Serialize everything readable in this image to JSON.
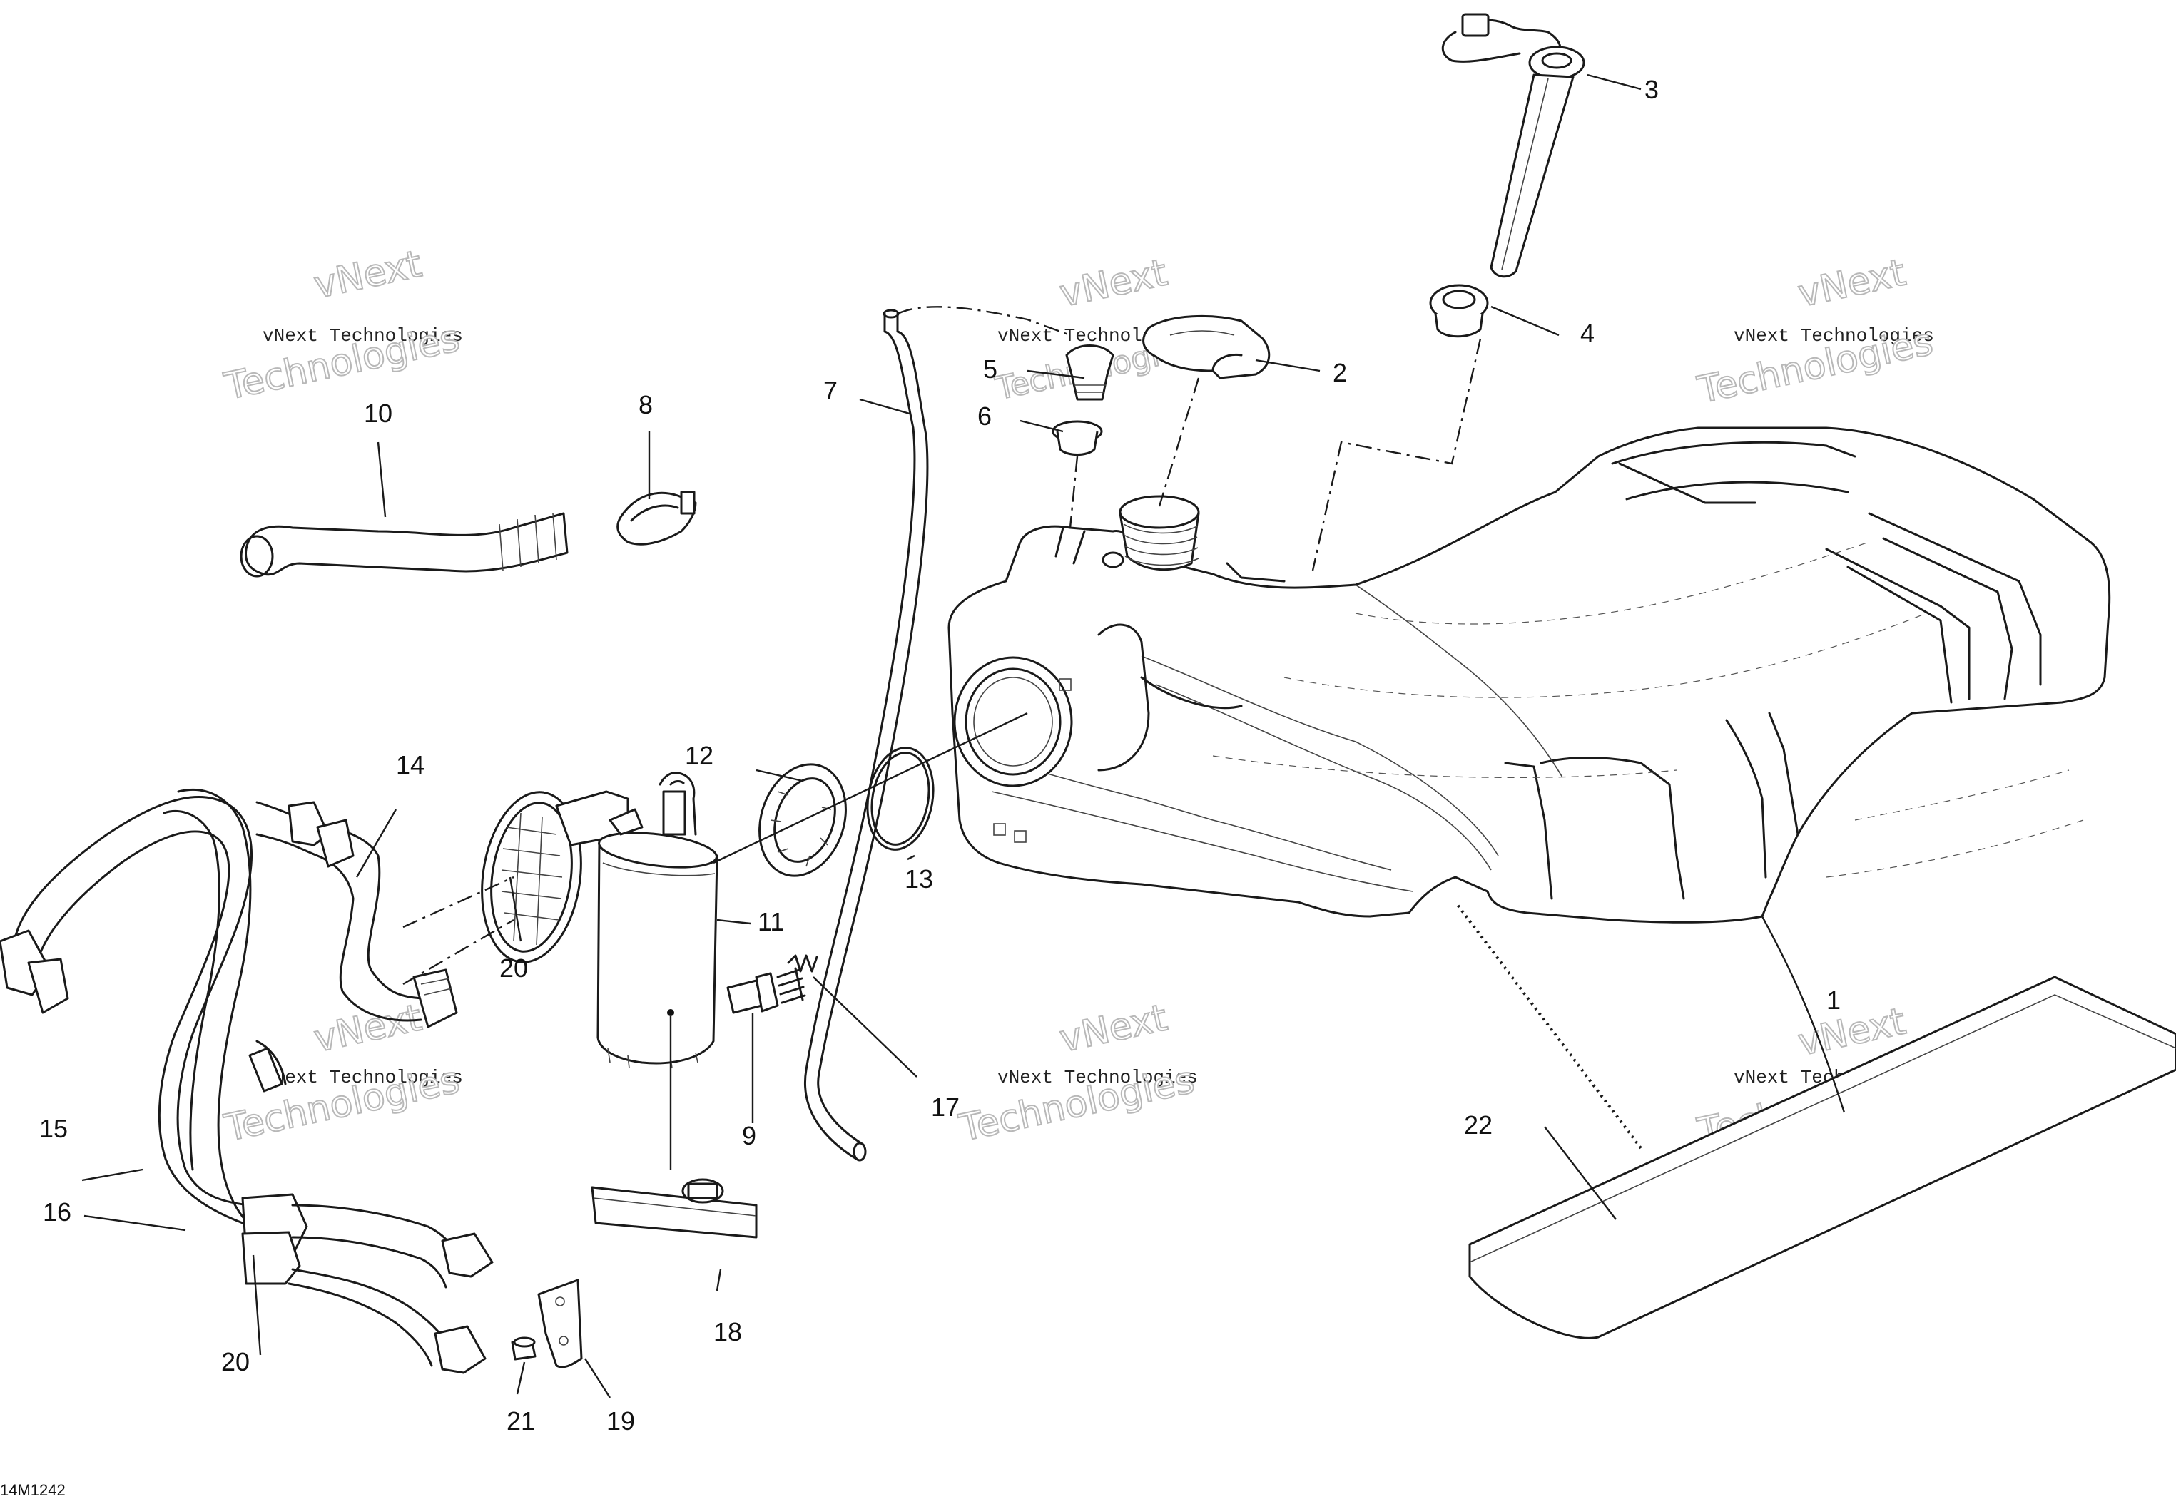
{
  "diagram_code": "14M1242",
  "watermark": {
    "line1": "vNext",
    "line2": "vNext Technologies",
    "line3": "Technologies"
  },
  "callouts": [
    "1",
    "2",
    "3",
    "4",
    "5",
    "6",
    "7",
    "8",
    "9",
    "10",
    "11",
    "12",
    "13",
    "14",
    "15",
    "16",
    "17",
    "18",
    "19",
    "20",
    "20",
    "21",
    "22"
  ]
}
